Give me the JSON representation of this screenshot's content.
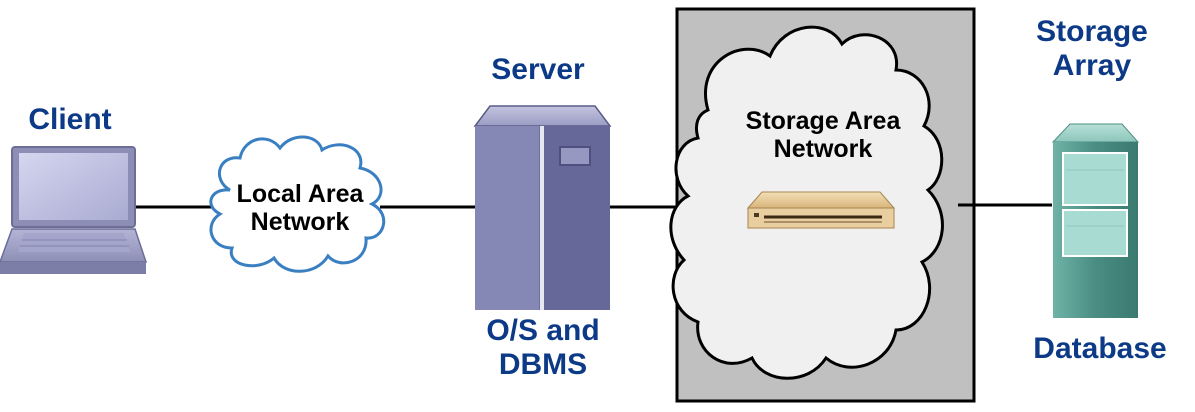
{
  "nodes": {
    "client": {
      "label": "Client"
    },
    "lan": {
      "label_line1": "Local Area",
      "label_line2": "Network"
    },
    "server": {
      "label": "Server",
      "sublabel_line1": "O/S and",
      "sublabel_line2": "DBMS"
    },
    "san": {
      "label_line1": "Storage Area",
      "label_line2": "Network"
    },
    "storage": {
      "label_line1": "Storage",
      "label_line2": "Array",
      "sublabel": "Database"
    }
  },
  "icons": {
    "client": "laptop-icon",
    "lan": "cloud-icon",
    "server": "server-tower-icon",
    "san": "cloud-icon",
    "switch": "san-switch-icon",
    "storage": "storage-array-icon"
  },
  "colors": {
    "label_blue": "#0d3a86",
    "cloud_outline": "#3a7fc1",
    "san_panel": "#c0c0c0",
    "server_body": "#6e7099",
    "storage_body": "#4e9188"
  }
}
